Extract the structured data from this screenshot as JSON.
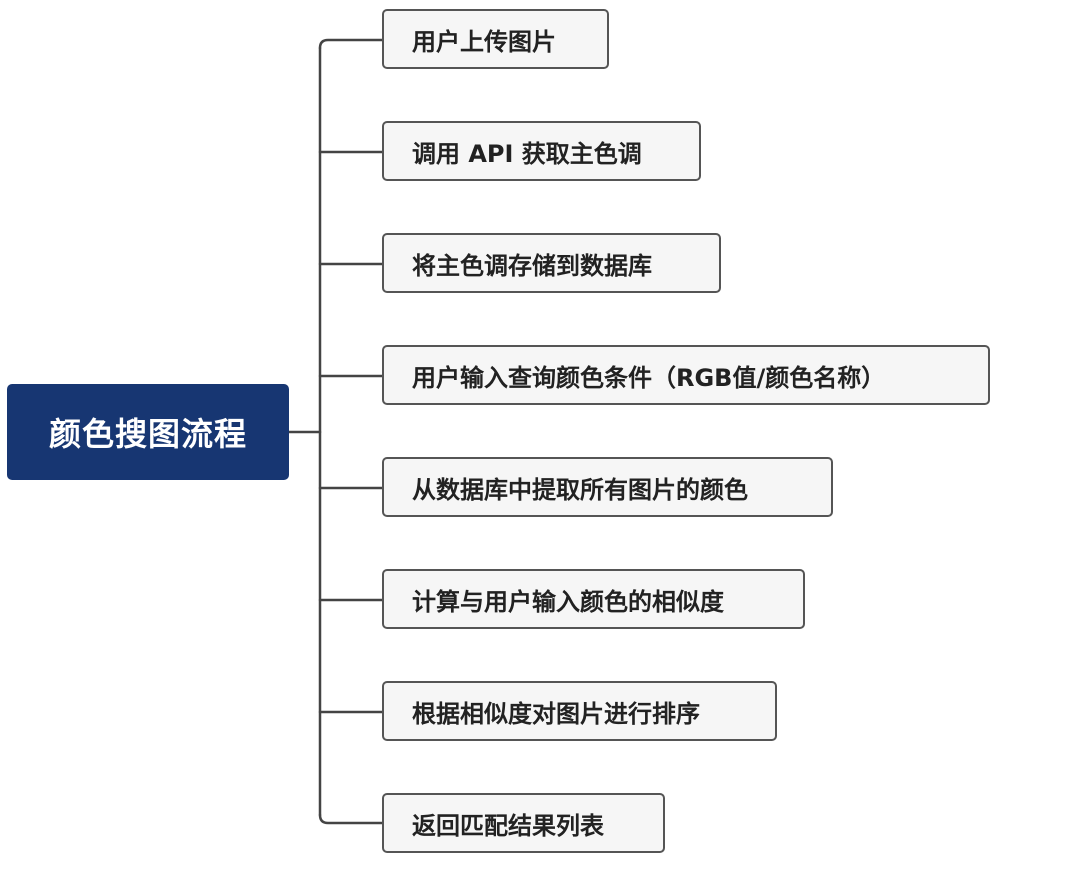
{
  "root": {
    "title": "颜色搜图流程"
  },
  "steps": [
    "用户上传图片",
    "调用 API 获取主色调",
    "将主色调存储到数据库",
    "用户输入查询颜色条件（RGB值/颜色名称）",
    "从数据库中提取所有图片的颜色",
    "计算与用户输入颜色的相似度",
    "根据相似度对图片进行排序",
    "返回匹配结果列表"
  ],
  "colors": {
    "root_fill": "#173672",
    "root_text": "#ffffff",
    "node_border": "#555555",
    "node_fill": "#f6f6f6",
    "connector": "#444444"
  }
}
